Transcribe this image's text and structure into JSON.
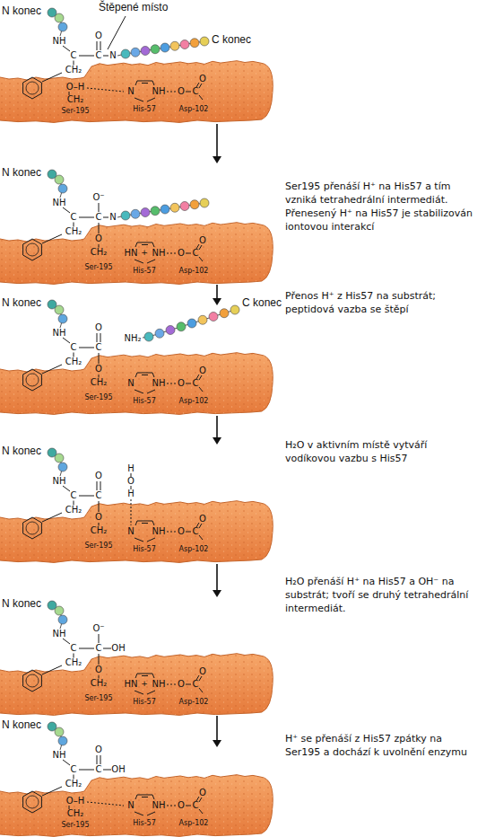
{
  "diagram": {
    "labels": [
      "N konec",
      "Štěpené místo",
      "C konec",
      "NH",
      "C",
      "CH₂",
      "C",
      "O",
      "N",
      "O–H",
      "CH₂",
      "Ser-195",
      "N",
      "NH",
      "His-57",
      "O",
      "C",
      "O",
      "Asp-102",
      "N konec",
      "NH",
      "C",
      "CH₂",
      "C",
      "O⁻",
      "N",
      "O",
      "CH₂",
      "Ser-195",
      "HN",
      "+",
      "NH",
      "His-57",
      "O",
      "C",
      "O",
      "Asp-102",
      "Ser195 přenáší H⁺ na His57 a tím vzniká tetrahedrální intermediát. Přenesený H⁺ na His57 je stabilizován iontovou interakcí",
      "N konec",
      "C konec",
      "NH",
      "C",
      "CH₂",
      "C",
      "O",
      "NH₂",
      "O",
      "CH₂",
      "Ser-195",
      "N",
      "NH",
      "His-57",
      "O",
      "C",
      "O",
      "Asp-102",
      "Přenos H⁺ z His57 na substrát; peptidová vazba se štěpí",
      "N konec",
      "NH",
      "C",
      "CH₂",
      "C",
      "O",
      "H",
      "O",
      "H",
      "O",
      "CH₂",
      "Ser-195",
      "N",
      "NH",
      "His-57",
      "O",
      "C",
      "O",
      "Asp-102",
      "H₂O v aktivním místě vytváří vodíkovou vazbu s His57",
      "N konec",
      "NH",
      "C",
      "CH₂",
      "C",
      "O⁻",
      "OH",
      "O",
      "CH₂",
      "Ser-195",
      "HN",
      "+",
      "NH",
      "His-57",
      "O",
      "C",
      "O",
      "Asp-102",
      "H₂O přenáší H⁺ na His57 a OH⁻ na substrát; tvoří se druhý tetrahedrální intermediát.",
      "N konec",
      "NH",
      "C",
      "CH₂",
      "C",
      "O",
      "OH",
      "O–H",
      "CH₂",
      "Ser-195",
      "N",
      "NH",
      "His-57",
      "O",
      "C",
      "O",
      "Asp-102",
      "H⁺ se přenáší z His57 zpátky na Ser195 a dochází k uvolnění enzymu"
    ]
  }
}
